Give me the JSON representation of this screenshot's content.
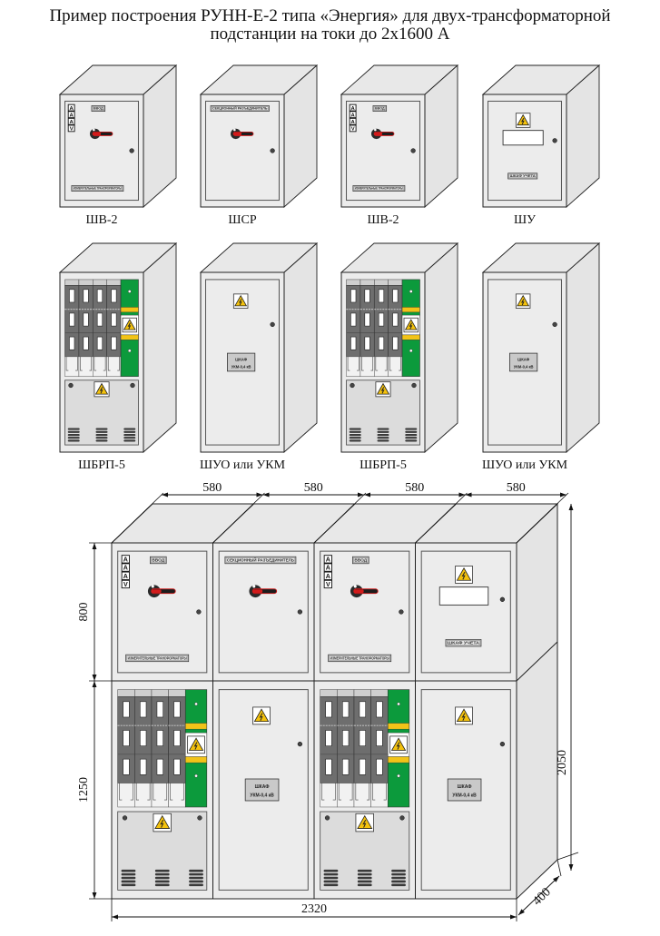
{
  "title": {
    "line1": "Пример построения РУНН-Е-2 типа «Энергия» для двух-трансформаторной",
    "line2": "подстанции на токи до 2x1600 А"
  },
  "colors": {
    "panel_fill": "#ececec",
    "panel_side": "#e4e4e4",
    "panel_top": "#e8e8e8",
    "stroke": "#222222",
    "inner_stroke": "#555555",
    "breaker_dark": "#6e6e6e",
    "breaker_light": "#cfcfcf",
    "busbar_green": "#0c9a3c",
    "yellow": "#f2c318",
    "handle_red": "#d21b1b",
    "warning_yellow": "#f4c20d"
  },
  "cabinets": {
    "shv2": {
      "name": "ШВ-2",
      "meters": [
        "A",
        "A",
        "A",
        "V"
      ],
      "input_label": "ВВОД",
      "bottom_label": "ИЗМЕРИТЕЛЬНЫЕ ТРАНСФОРМАТОРЫ"
    },
    "shsr": {
      "name": "ШСР",
      "top_label": "СЕКЦИОННЫЙ РАЗЪЕДИНИТЕЛЬ"
    },
    "shu": {
      "name": "ШУ",
      "bottom_label": "ШКАФ УЧЕТА"
    },
    "shbrp5": {
      "name": "ШБРП-5",
      "breaker_columns": 4,
      "breaker_rows": 3,
      "vent_groups": 3
    },
    "shuo": {
      "name": "ШУО или УКМ",
      "plate_line1": "ШКАФ",
      "plate_line2": "УКМ-0,4 кВ"
    }
  },
  "catalog": {
    "row1": [
      "shv2",
      "shsr",
      "shv2",
      "shu"
    ],
    "row2": [
      "shbrp5",
      "shuo",
      "shbrp5",
      "shuo"
    ]
  },
  "assembly": {
    "top_row": [
      "shv2",
      "shsr",
      "shv2",
      "shu"
    ],
    "bottom_row": [
      "shbrp5",
      "shuo",
      "shbrp5",
      "shuo"
    ],
    "dimensions": {
      "section_widths": [
        "580",
        "580",
        "580",
        "580"
      ],
      "top_height": "800",
      "bottom_height": "1250",
      "total_height": "2050",
      "total_width": "2320",
      "depth": "400"
    }
  }
}
